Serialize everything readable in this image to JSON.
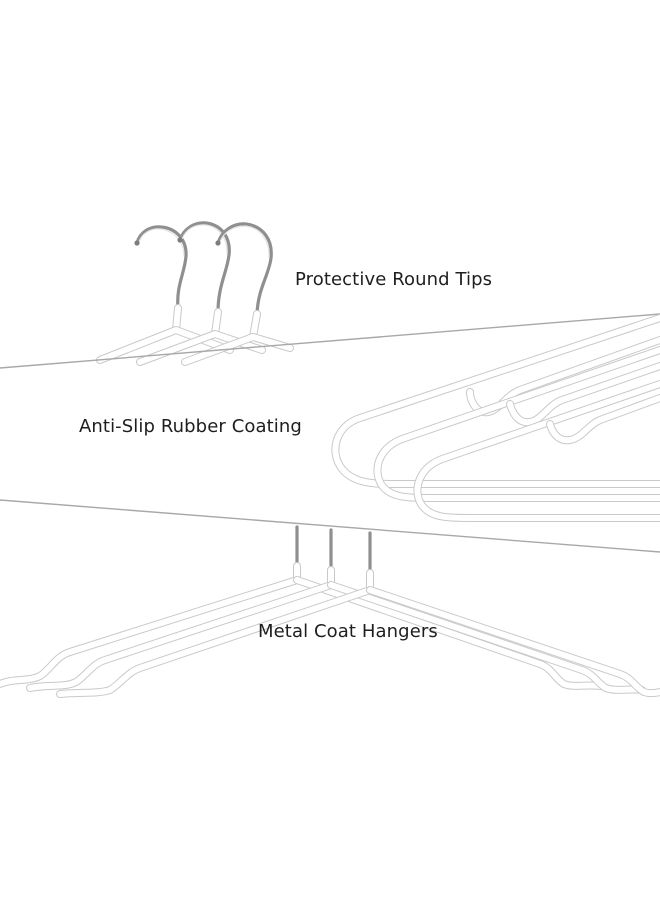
{
  "captions": {
    "tips": "Protective Round Tips",
    "coating": "Anti-Slip Rubber Coating",
    "hangers": "Metal Coat Hangers"
  },
  "colors": {
    "background": "#ffffff",
    "caption_text": "#1e1e1e",
    "hanger_coating": "#ffffff",
    "hanger_outline": "#c9c9c9",
    "chrome_hook": "#8f8f8f"
  }
}
